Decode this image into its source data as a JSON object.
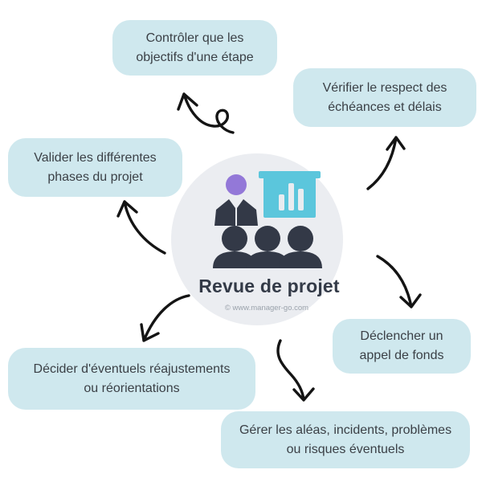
{
  "center": {
    "title": "Revue de projet",
    "copyright": "© www.manager-go.com"
  },
  "bubbles": [
    {
      "id": "controler",
      "label": "Contrôler que les objectifs d'une étape",
      "lines": [
        "Contrôler que les",
        "objectifs d'une étape"
      ]
    },
    {
      "id": "verifier",
      "label": "Vérifier le respect des échéances et délais",
      "lines": [
        "Vérifier le respect des",
        "échéances et délais"
      ]
    },
    {
      "id": "valider",
      "label": "Valider les différentes phases du projet",
      "lines": [
        "Valider les différentes",
        "phases du projet"
      ]
    },
    {
      "id": "declencher",
      "label": "Déclencher un appel de fonds",
      "lines": [
        "Déclencher un",
        "appel de fonds"
      ]
    },
    {
      "id": "decider",
      "label": "Décider d'éventuels réajustements ou réorientations",
      "lines": [
        "Décider d'éventuels réajustements",
        "ou réorientations"
      ]
    },
    {
      "id": "gerer",
      "label": "Gérer les aléas, incidents, problèmes ou risques éventuels",
      "lines": [
        "Gérer les aléas, incidents, problèmes",
        "ou risques éventuels"
      ]
    }
  ],
  "icon": {
    "name": "project-review-presentation-icon",
    "elements": [
      "presenter-figure",
      "bar-chart-flipboard",
      "audience-three-people"
    ]
  },
  "colors": {
    "bubble_fill": "#cfe8ee",
    "circle_fill": "#ebedf1",
    "bubble_text": "#3b4046",
    "title_text": "#333a47",
    "copyright_text": "#9aa2ab",
    "arrow": "#141414",
    "icon_purple_head": "#9378d8",
    "icon_teal_board": "#5bc6dc",
    "icon_dark_figures": "#333947",
    "icon_chart_bars": "#e9ecf0"
  }
}
